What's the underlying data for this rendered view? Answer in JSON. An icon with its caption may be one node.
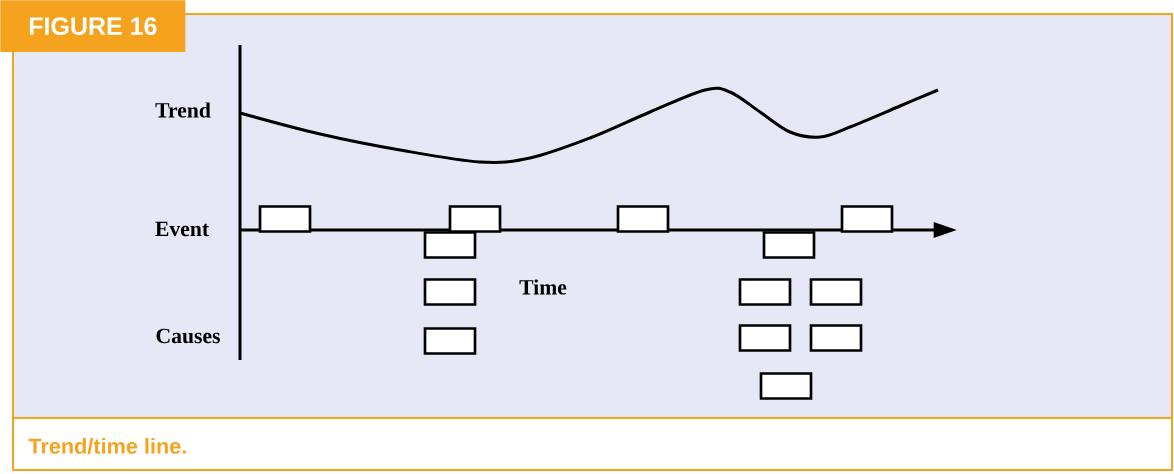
{
  "diagram": {
    "title": "FIGURE 16",
    "caption": "Trend/time line.",
    "nodes": [
      {
        "text": [],
        "shape": "box"
      },
      {
        "text": [],
        "shape": "box"
      },
      {
        "text": [],
        "shape": "box"
      },
      {
        "text": [],
        "shape": "box"
      },
      {
        "text": [],
        "shape": "box"
      },
      {
        "text": [],
        "shape": "box"
      },
      {
        "text": [],
        "shape": "box"
      },
      {
        "text": [],
        "shape": "box"
      },
      {
        "text": [],
        "shape": "box"
      },
      {
        "text": [],
        "shape": "box"
      },
      {
        "text": [],
        "shape": "box"
      },
      {
        "text": [],
        "shape": "box"
      },
      {
        "text": [],
        "shape": "box"
      }
    ],
    "labels": [
      "Trend",
      "Event",
      "Time",
      "Causes"
    ]
  }
}
